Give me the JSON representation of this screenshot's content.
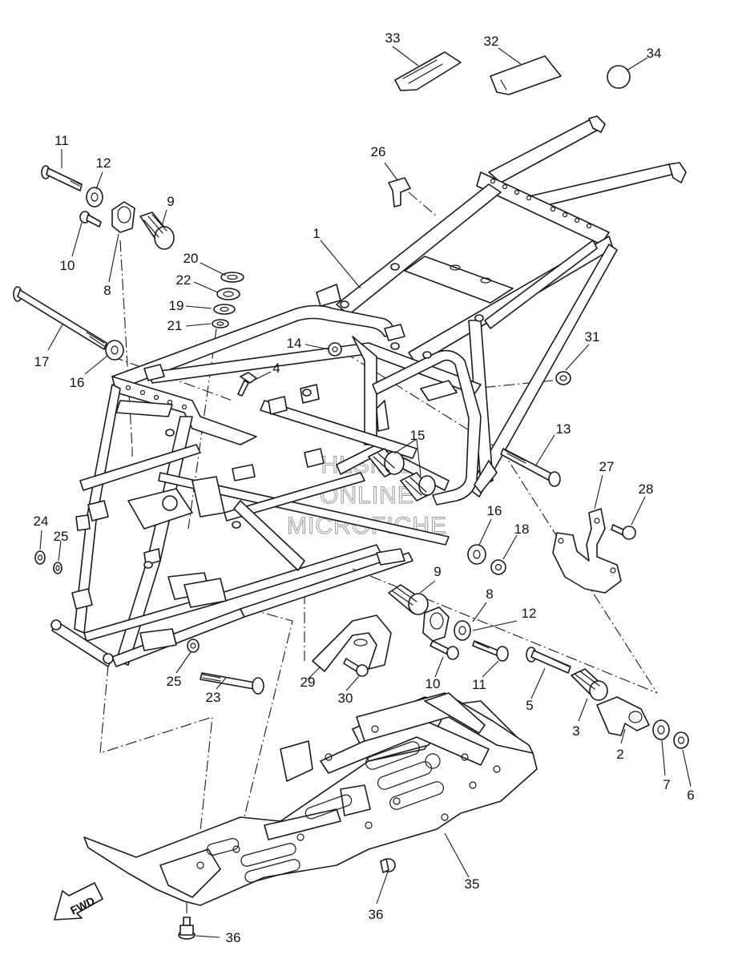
{
  "callouts": {
    "c1": "1",
    "c2": "2",
    "c3": "3",
    "c4": "4",
    "c5": "5",
    "c6": "6",
    "c7": "7",
    "c8a": "8",
    "c8b": "8",
    "c9a": "9",
    "c9b": "9",
    "c10a": "10",
    "c10b": "10",
    "c11a": "11",
    "c11b": "11",
    "c12a": "12",
    "c12b": "12",
    "c13": "13",
    "c14": "14",
    "c15": "15",
    "c16a": "16",
    "c16b": "16",
    "c17": "17",
    "c18": "18",
    "c19": "19",
    "c20": "20",
    "c21": "21",
    "c22": "22",
    "c23": "23",
    "c24": "24",
    "c25a": "25",
    "c25b": "25",
    "c26": "26",
    "c27": "27",
    "c28": "28",
    "c29": "29",
    "c30": "30",
    "c31": "31",
    "c32": "32",
    "c33": "33",
    "c34": "34",
    "c35": "35",
    "c36a": "36",
    "c36b": "36"
  },
  "fwd_label": "FWD",
  "watermark": {
    "line1": "HLSM'S",
    "line2": "ONLINE",
    "line3": "MICROFICHE"
  }
}
